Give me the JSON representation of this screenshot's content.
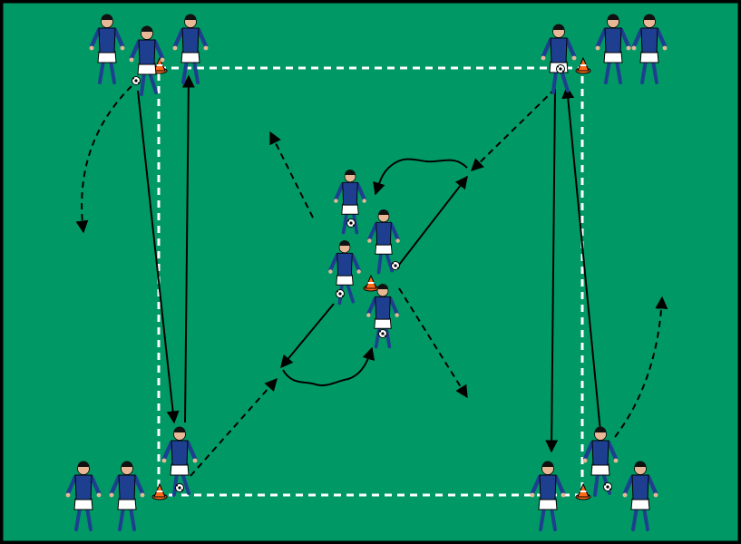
{
  "pitch": {
    "color": "#009966",
    "border_color": "#000000",
    "line_color": "#ffffff"
  },
  "player": {
    "shirt": "#1e3f8f",
    "shorts": "#ffffff",
    "socks": "#1e3f8f",
    "skin": "#e8b896",
    "hair": "#111111"
  },
  "cone": {
    "color": "#ff6a1a",
    "stripe": "#ffffff"
  },
  "arrow_color": "#000000",
  "arrow_kinds": [
    "pass",
    "run",
    "dribble"
  ],
  "counts": {
    "players": 16,
    "cones": 5,
    "balls": 8
  }
}
